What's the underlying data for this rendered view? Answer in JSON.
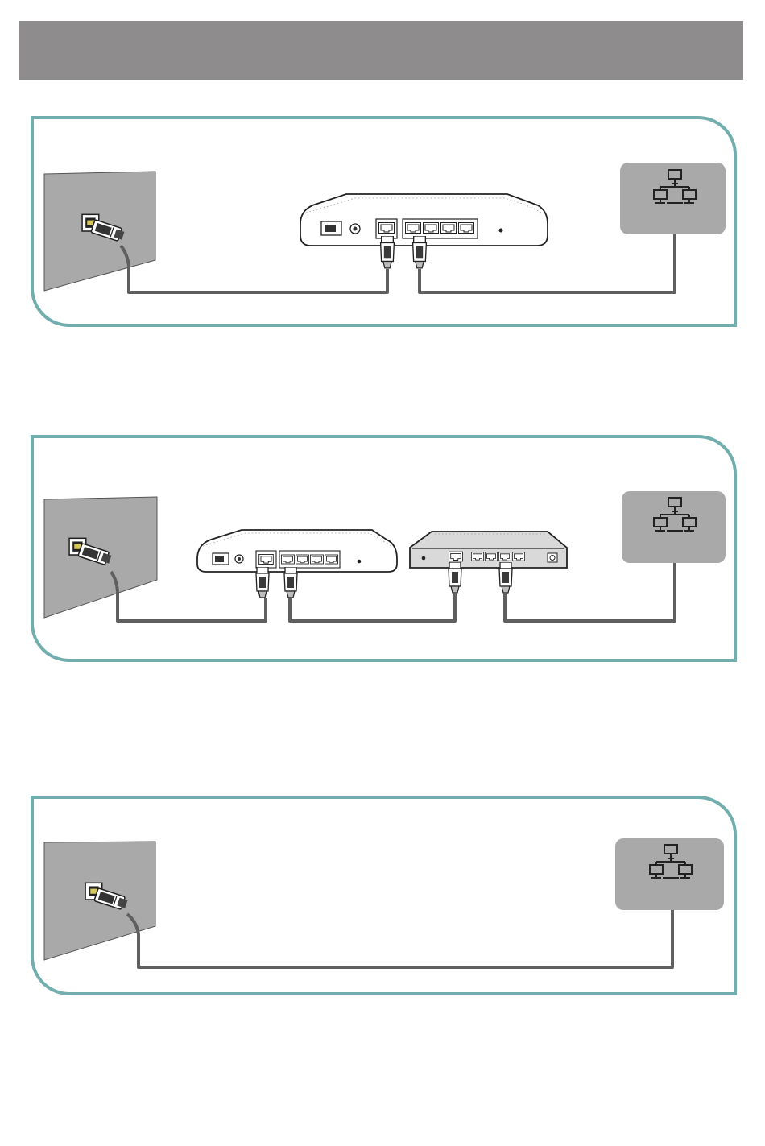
{
  "colors": {
    "header": "#8e8c8c",
    "panel_border": "#72aeae",
    "wall": "#a9a9a9",
    "cable": "#5f5f5f",
    "device_box": "#a9a9a9"
  },
  "icons": {
    "wall_port": "ethernet-wall-port-icon",
    "device": "network-computer-icon",
    "router": "router-icon",
    "switch": "network-switch-icon",
    "plug": "rj45-plug-icon"
  },
  "header": {},
  "diagrams": [
    {
      "id": "wall-router-device",
      "devices": [
        "wall-port",
        "router",
        "network-device"
      ]
    },
    {
      "id": "wall-router-switch-device",
      "devices": [
        "wall-port",
        "router",
        "switch",
        "network-device"
      ]
    },
    {
      "id": "wall-direct-device",
      "devices": [
        "wall-port",
        "network-device"
      ]
    }
  ]
}
